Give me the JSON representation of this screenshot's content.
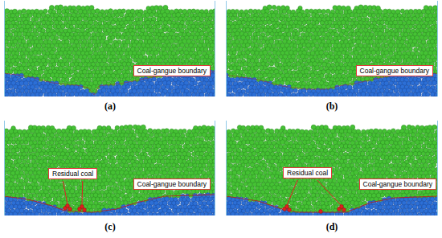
{
  "diagram": {
    "nodes": [
      {
        "text": [
          "Coal-gangue boundary"
        ]
      },
      {
        "text": [
          "Coal-gangue boundary"
        ]
      },
      {
        "text": [
          "Residual coal"
        ]
      },
      {
        "text": [
          "Coal-gangue boundary"
        ]
      },
      {
        "text": [
          "Residual coal"
        ]
      },
      {
        "text": [
          "Coal-gangue boundary"
        ]
      }
    ],
    "labels": [
      "(a)",
      "(b)",
      "(c)",
      "(d)"
    ]
  }
}
